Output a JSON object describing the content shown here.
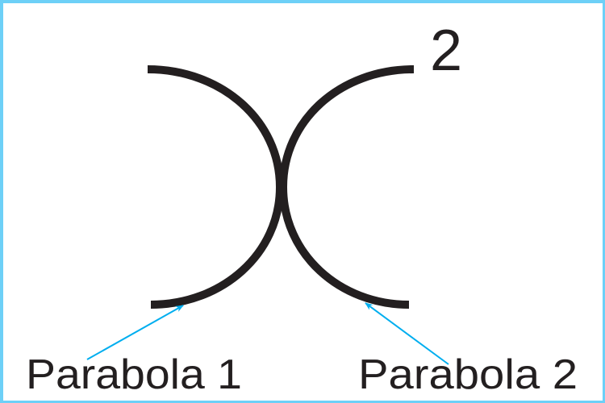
{
  "diagram": {
    "superscript": "2",
    "labels": [
      {
        "id": "parabola-1",
        "text": "Parabola 1"
      },
      {
        "id": "parabola-2",
        "text": "Parabola 2"
      }
    ],
    "colors": {
      "border": "#6dd0f7",
      "curve": "#231f20",
      "arrow": "#00aeef",
      "text": "#231f20"
    }
  }
}
